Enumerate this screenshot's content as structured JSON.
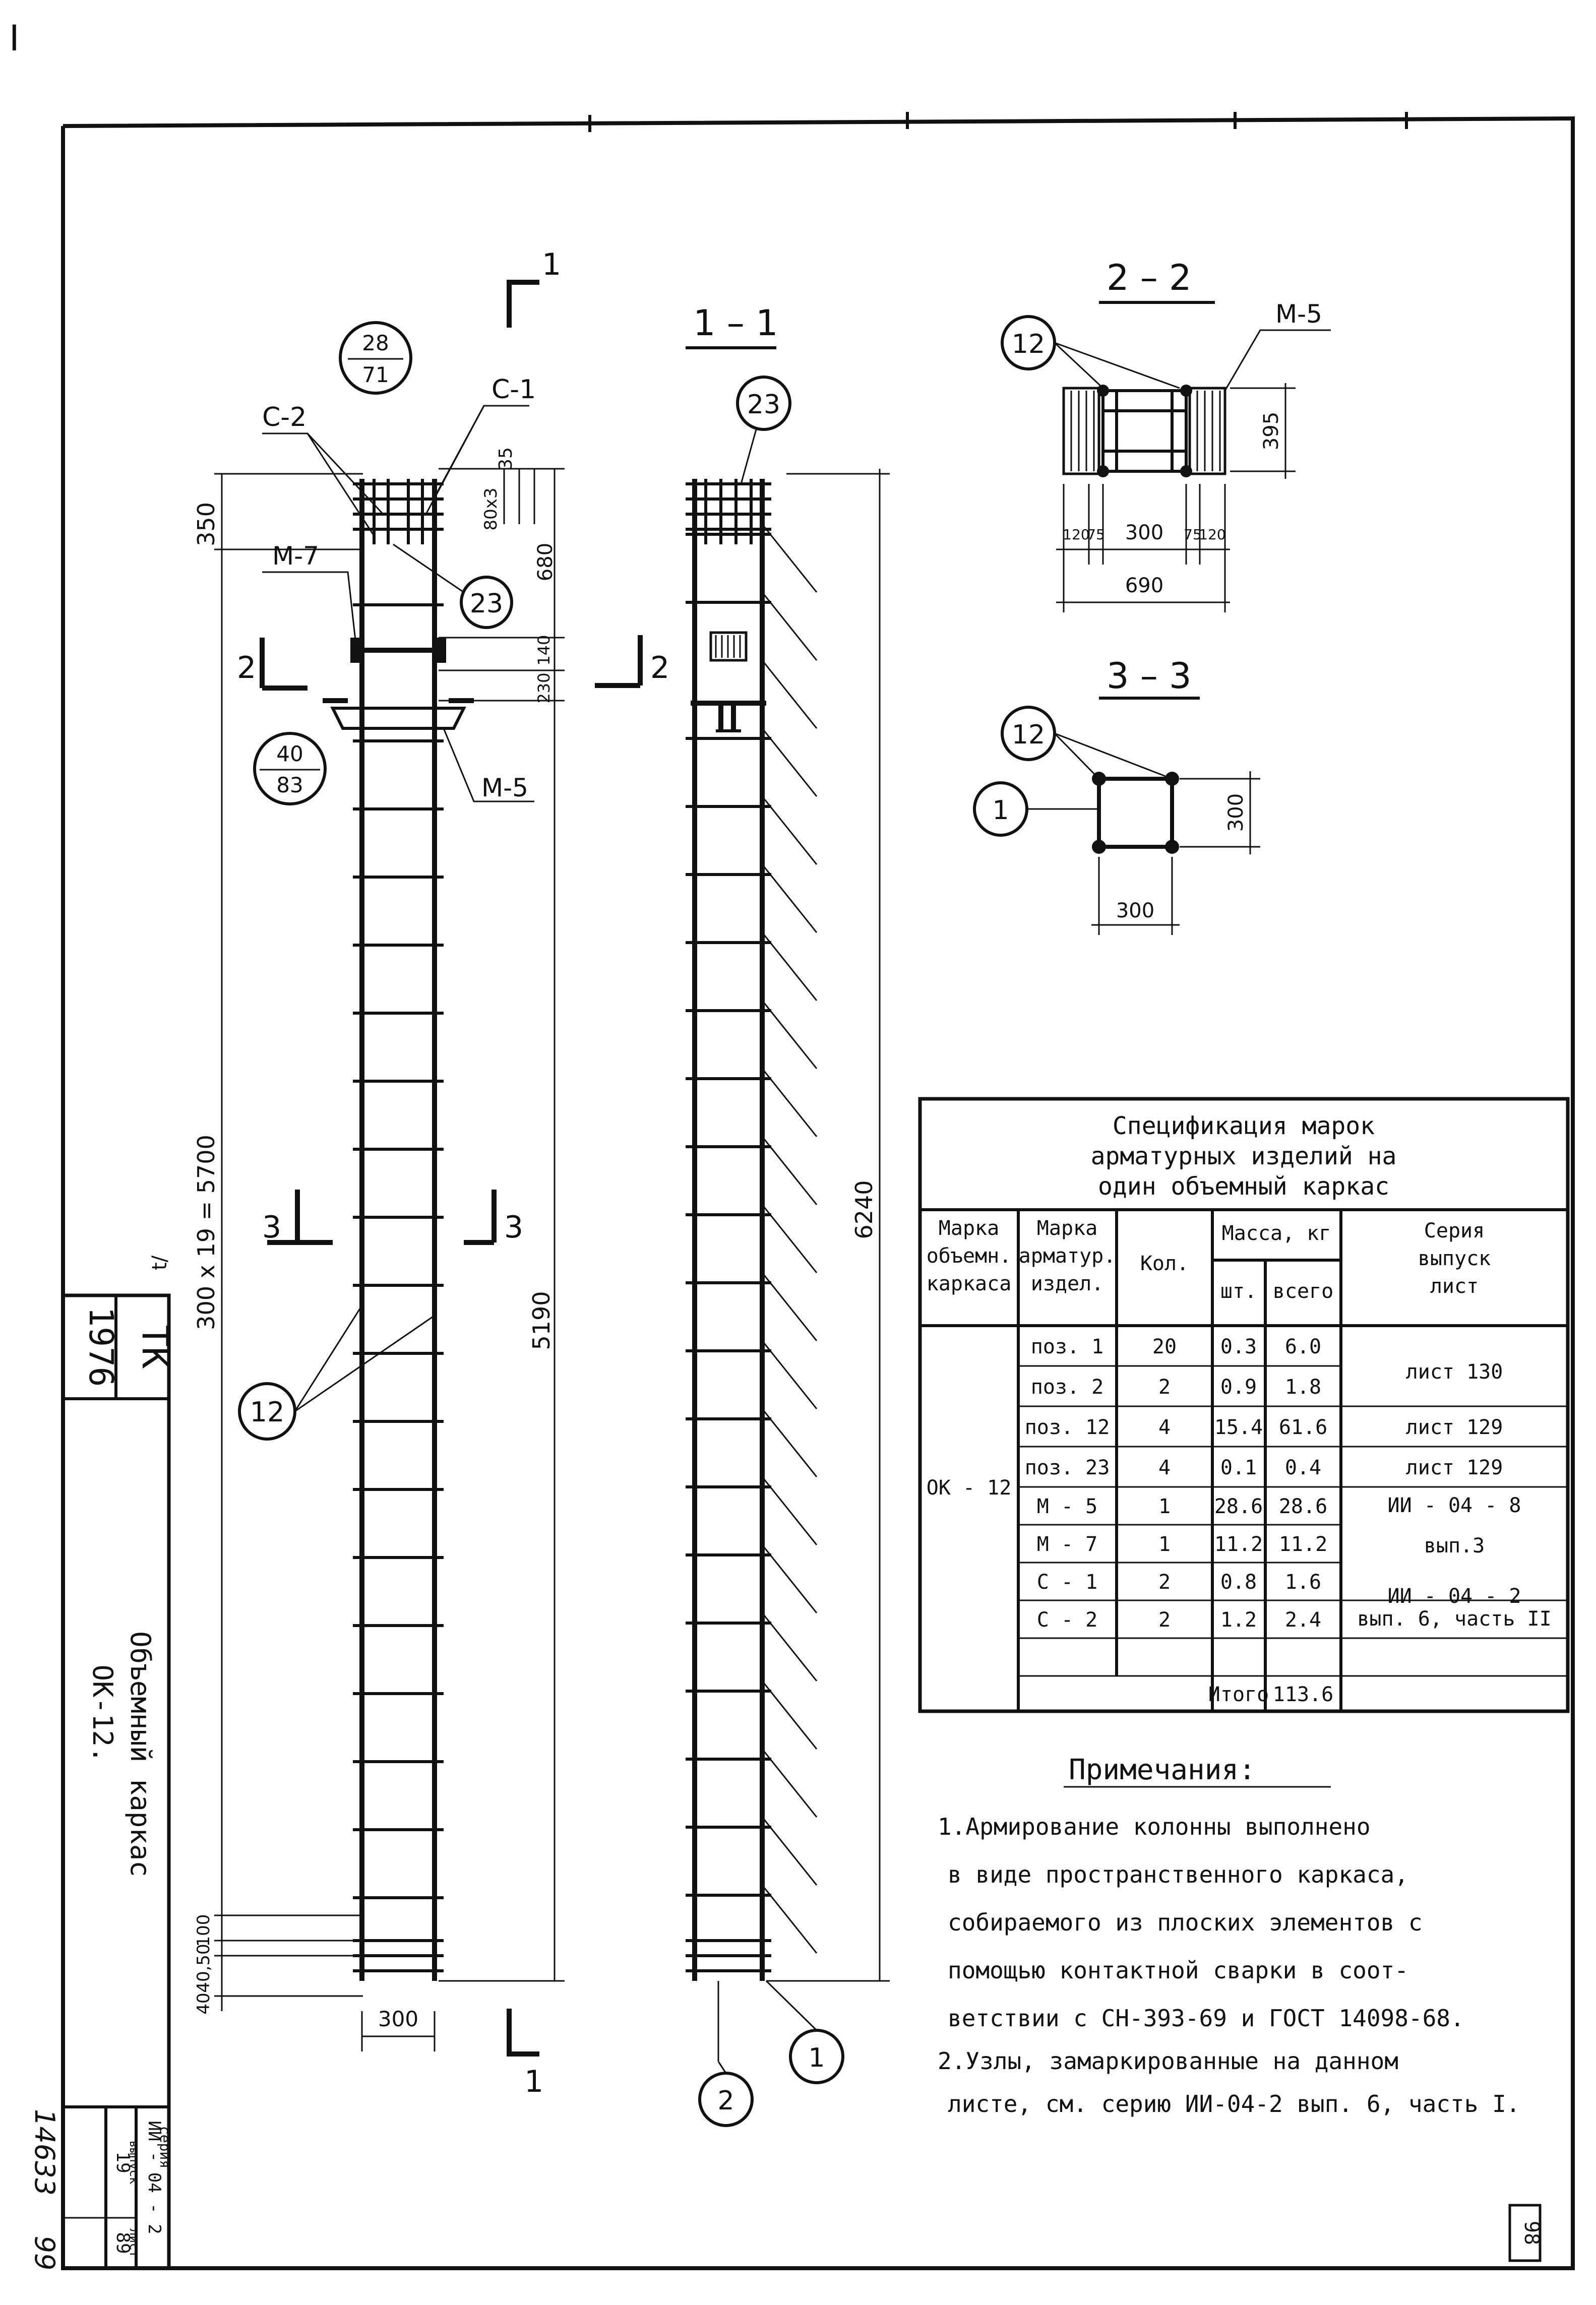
{
  "corner_mark": "I",
  "sections": {
    "s11": "1 – 1",
    "s22": "2 – 2",
    "s33": "3 – 3",
    "cut1": "1",
    "cut2": "2",
    "cut3": "3"
  },
  "marks": {
    "c1": "С-1",
    "c2": "С-2",
    "m5": "М-5",
    "m7": "М-7",
    "pos1": "1",
    "pos2": "2",
    "pos12": "12",
    "pos23": "23",
    "node1_top": "28",
    "node1_bot": "71",
    "node2_top": "40",
    "node2_bot": "83"
  },
  "dims": {
    "d350": "350",
    "d35": "35",
    "d80x3": "80х3",
    "d680": "680",
    "d230": "230",
    "d140": "140",
    "d5700": "300 х 19 = 5700",
    "d5190": "5190",
    "d6240": "6240",
    "d100": "100",
    "d40_50": "40,50",
    "d40": "40",
    "d300_bottom": "300",
    "d395": "395",
    "d120a": "120",
    "d75a": "75",
    "d300_mid": "300",
    "d75b": "75",
    "d120b": "120",
    "d690": "690",
    "d300_s33_h": "300",
    "d300_s33_v": "300",
    "fragment": "t/"
  },
  "spec": {
    "title_line1": "Спецификация   марок",
    "title_line2": "арматурных   изделий   на",
    "title_line3": "один   объемный   каркас",
    "headers": {
      "frame_mark": [
        "Марка",
        "объемн.",
        "каркаса"
      ],
      "item_mark": [
        "Марка",
        "арматур.",
        "издел."
      ],
      "qty": "Кол.",
      "mass": "Масса, кг",
      "mass_pc": "шт.",
      "mass_total": "всего",
      "series": [
        "Серия",
        "выпуск",
        "лист"
      ]
    },
    "frame_mark_value": "ОК - 12",
    "rows": [
      {
        "item": "поз. 1",
        "qty": "20",
        "pc": "0.3",
        "total": "6.0"
      },
      {
        "item": "поз. 2",
        "qty": "2",
        "pc": "0.9",
        "total": "1.8"
      },
      {
        "item": "поз. 12",
        "qty": "4",
        "pc": "15.4",
        "total": "61.6"
      },
      {
        "item": "поз. 23",
        "qty": "4",
        "pc": "0.1",
        "total": "0.4"
      },
      {
        "item": "М - 5",
        "qty": "1",
        "pc": "28.6",
        "total": "28.6"
      },
      {
        "item": "М - 7",
        "qty": "1",
        "pc": "11.2",
        "total": "11.2"
      },
      {
        "item": "С - 1",
        "qty": "2",
        "pc": "0.8",
        "total": "1.6"
      },
      {
        "item": "С - 2",
        "qty": "2",
        "pc": "1.2",
        "total": "2.4"
      }
    ],
    "series_refs": {
      "r1": "лист  130",
      "r2": "лист  129",
      "r3": "лист  129",
      "r4": "ИИ - 04 - 8",
      "r5": "вып.3",
      "r6": "ИИ - 04 - 2",
      "r7": "вып. 6, часть II"
    },
    "total_label": "Итого",
    "total_value": "113.6"
  },
  "notes": {
    "title": "Примечания:",
    "lines": [
      "1.Армирование колонны выполнено",
      "в  виде  пространственного  каркаса,",
      "собираемого  из  плоских  элементов с",
      "помощью  контактной  сварки  в соот-",
      "ветствии с СН-393-69  и ГОСТ 14098-68.",
      "2.Узлы, замаркированные  на данном",
      "листе, см. серию ИИ-04-2  вып. 6, часть I."
    ]
  },
  "stamp": {
    "tk": "ТК",
    "code": "1976",
    "title_line1": "Объемный каркас",
    "title_line2": "ОК-12.",
    "series_label": "серия",
    "series_value": "ИИ - 04 - 2",
    "vypusk_label": "выпуск",
    "vypusk_value": "19",
    "list_label": "лист",
    "list_value": "89",
    "number": "14633",
    "number2": "99"
  },
  "page_number": "98"
}
